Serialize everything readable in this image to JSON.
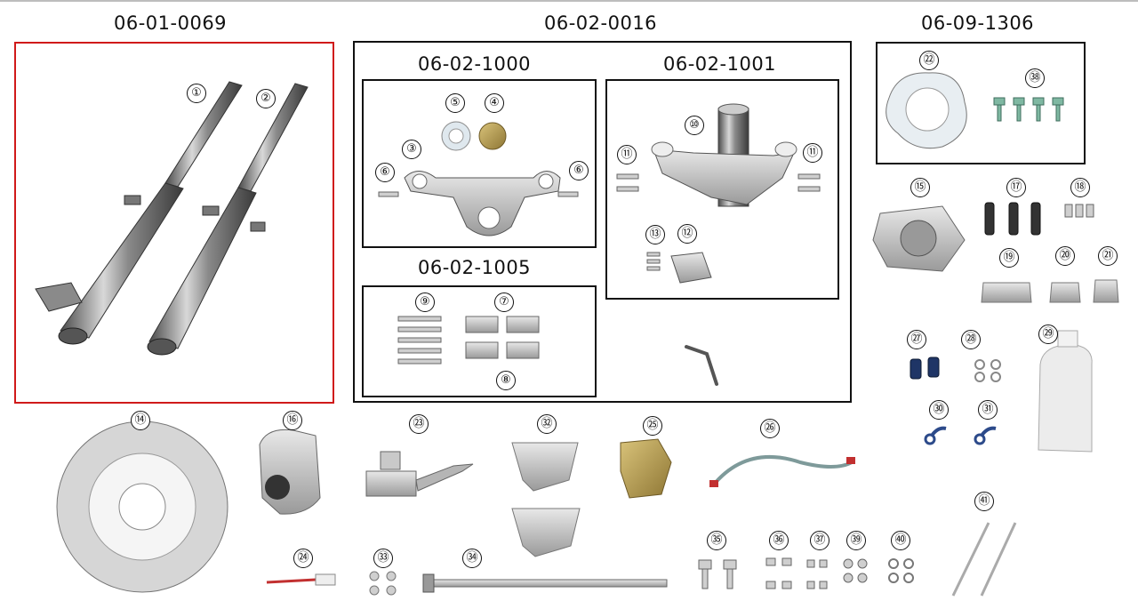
{
  "codes": {
    "forks": "06-01-0069",
    "clamp_kit": "06-02-0016",
    "upper_clamp": "06-02-1000",
    "lower_clamp": "06-02-1001",
    "handle_spacers": "06-02-1005",
    "gasket_kit": "06-09-1306"
  },
  "callouts": [
    "①",
    "②",
    "③",
    "④",
    "⑤",
    "⑥",
    "⑦",
    "⑧",
    "⑨",
    "⑩",
    "⑪",
    "⑫",
    "⑬",
    "⑭",
    "⑮",
    "⑯",
    "⑰",
    "⑱",
    "⑲",
    "⑳",
    "㉑",
    "㉒",
    "㉓",
    "㉔",
    "㉕",
    "㉖",
    "㉗",
    "㉘",
    "㉙",
    "㉚",
    "㉛",
    "㉜",
    "㉝",
    "㉞",
    "㉟",
    "㊱",
    "㊲",
    "㊳",
    "㊴",
    "㊵",
    "㊶"
  ],
  "colors": {
    "frame": "#111111",
    "highlight_frame": "#d01a1a",
    "chrome": "#8c8c8c",
    "gold": "#b8a050",
    "blue_hardware": "#2c4a8a"
  }
}
